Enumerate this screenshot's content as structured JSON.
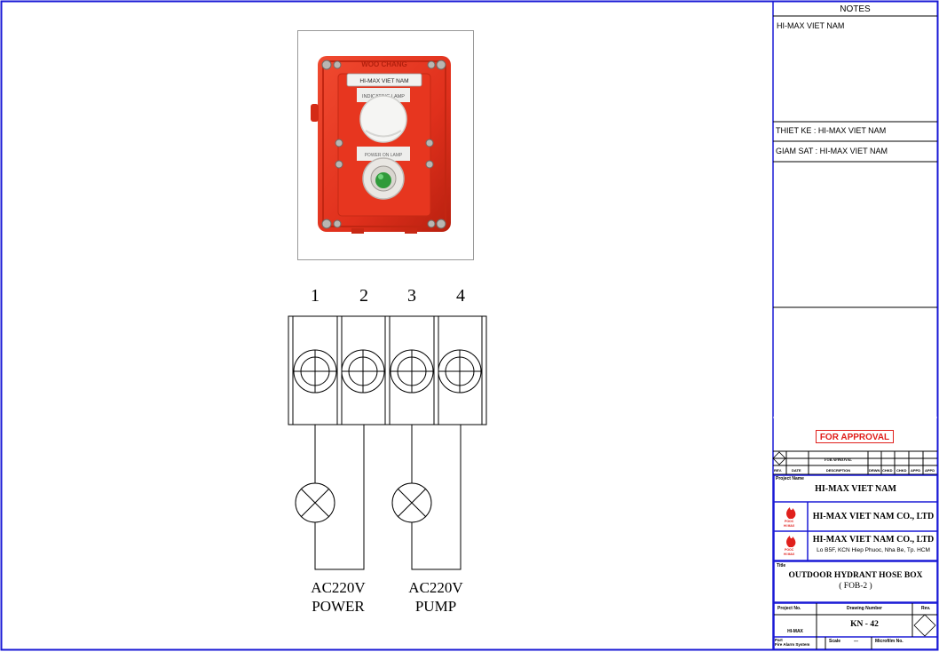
{
  "photo": {
    "brand_plate": "HI-MAX VIET NAM",
    "top_cast_text": "WOO CHANG",
    "window_label": "INDICATING LAMP",
    "lamp_label": "POWER ON LAMP"
  },
  "terminals": [
    "1",
    "2",
    "3",
    "4"
  ],
  "loads": [
    {
      "line1": "AC220V",
      "line2": "POWER"
    },
    {
      "line1": "AC220V",
      "line2": "PUMP"
    }
  ],
  "titleblock": {
    "notes_header": "NOTES",
    "notes_text": "HI-MAX VIET NAM",
    "thiet_ke": "THIET KE : HI-MAX VIET NAM",
    "giam_sat": "GIAM SAT : HI-MAX VIET NAM",
    "approval": "FOR APPROVAL",
    "rev_row": "FOR APPROVAL",
    "rev_headers": {
      "rev": "REV.",
      "date": "DATE",
      "desc": "DESCRIPTION",
      "drwn": "DRWN",
      "chkd": "CHKD",
      "chkd2": "CHKD",
      "appd": "APPD",
      "appd2": "APPD"
    },
    "project_name_label": "Project Name",
    "project_name": "HI-MAX VIET NAM",
    "company1": "HI-MAX VIET NAM CO., LTD",
    "company2": "HI-MAX VIET NAM CO., LTD",
    "address": "Lo B5F, KCN Hiep Phuoc, Nha Be, Tp. HCM",
    "logo_text1": "POOC",
    "logo_text2": "HI MAX",
    "title_label": "Title",
    "title": "OUTDOOR HYDRANT HOSE BOX",
    "subtitle": "( FOB-2 )",
    "project_no_label": "Project No.",
    "project_no": "HI-MAX",
    "drawing_number_label": "Drawing Number",
    "drawing_number": "KN - 42",
    "rev_label": "Rev.",
    "part_label": "Part",
    "part_value": "Fire Alarm System",
    "scale_label": "Scale",
    "scale_value": "---",
    "microfilm_label": "Microfilm No."
  },
  "colors": {
    "border": "#1a1ad6",
    "box_red": "#e8321e",
    "approval_red": "#e0201c",
    "lamp_green": "#2f9a3a"
  }
}
